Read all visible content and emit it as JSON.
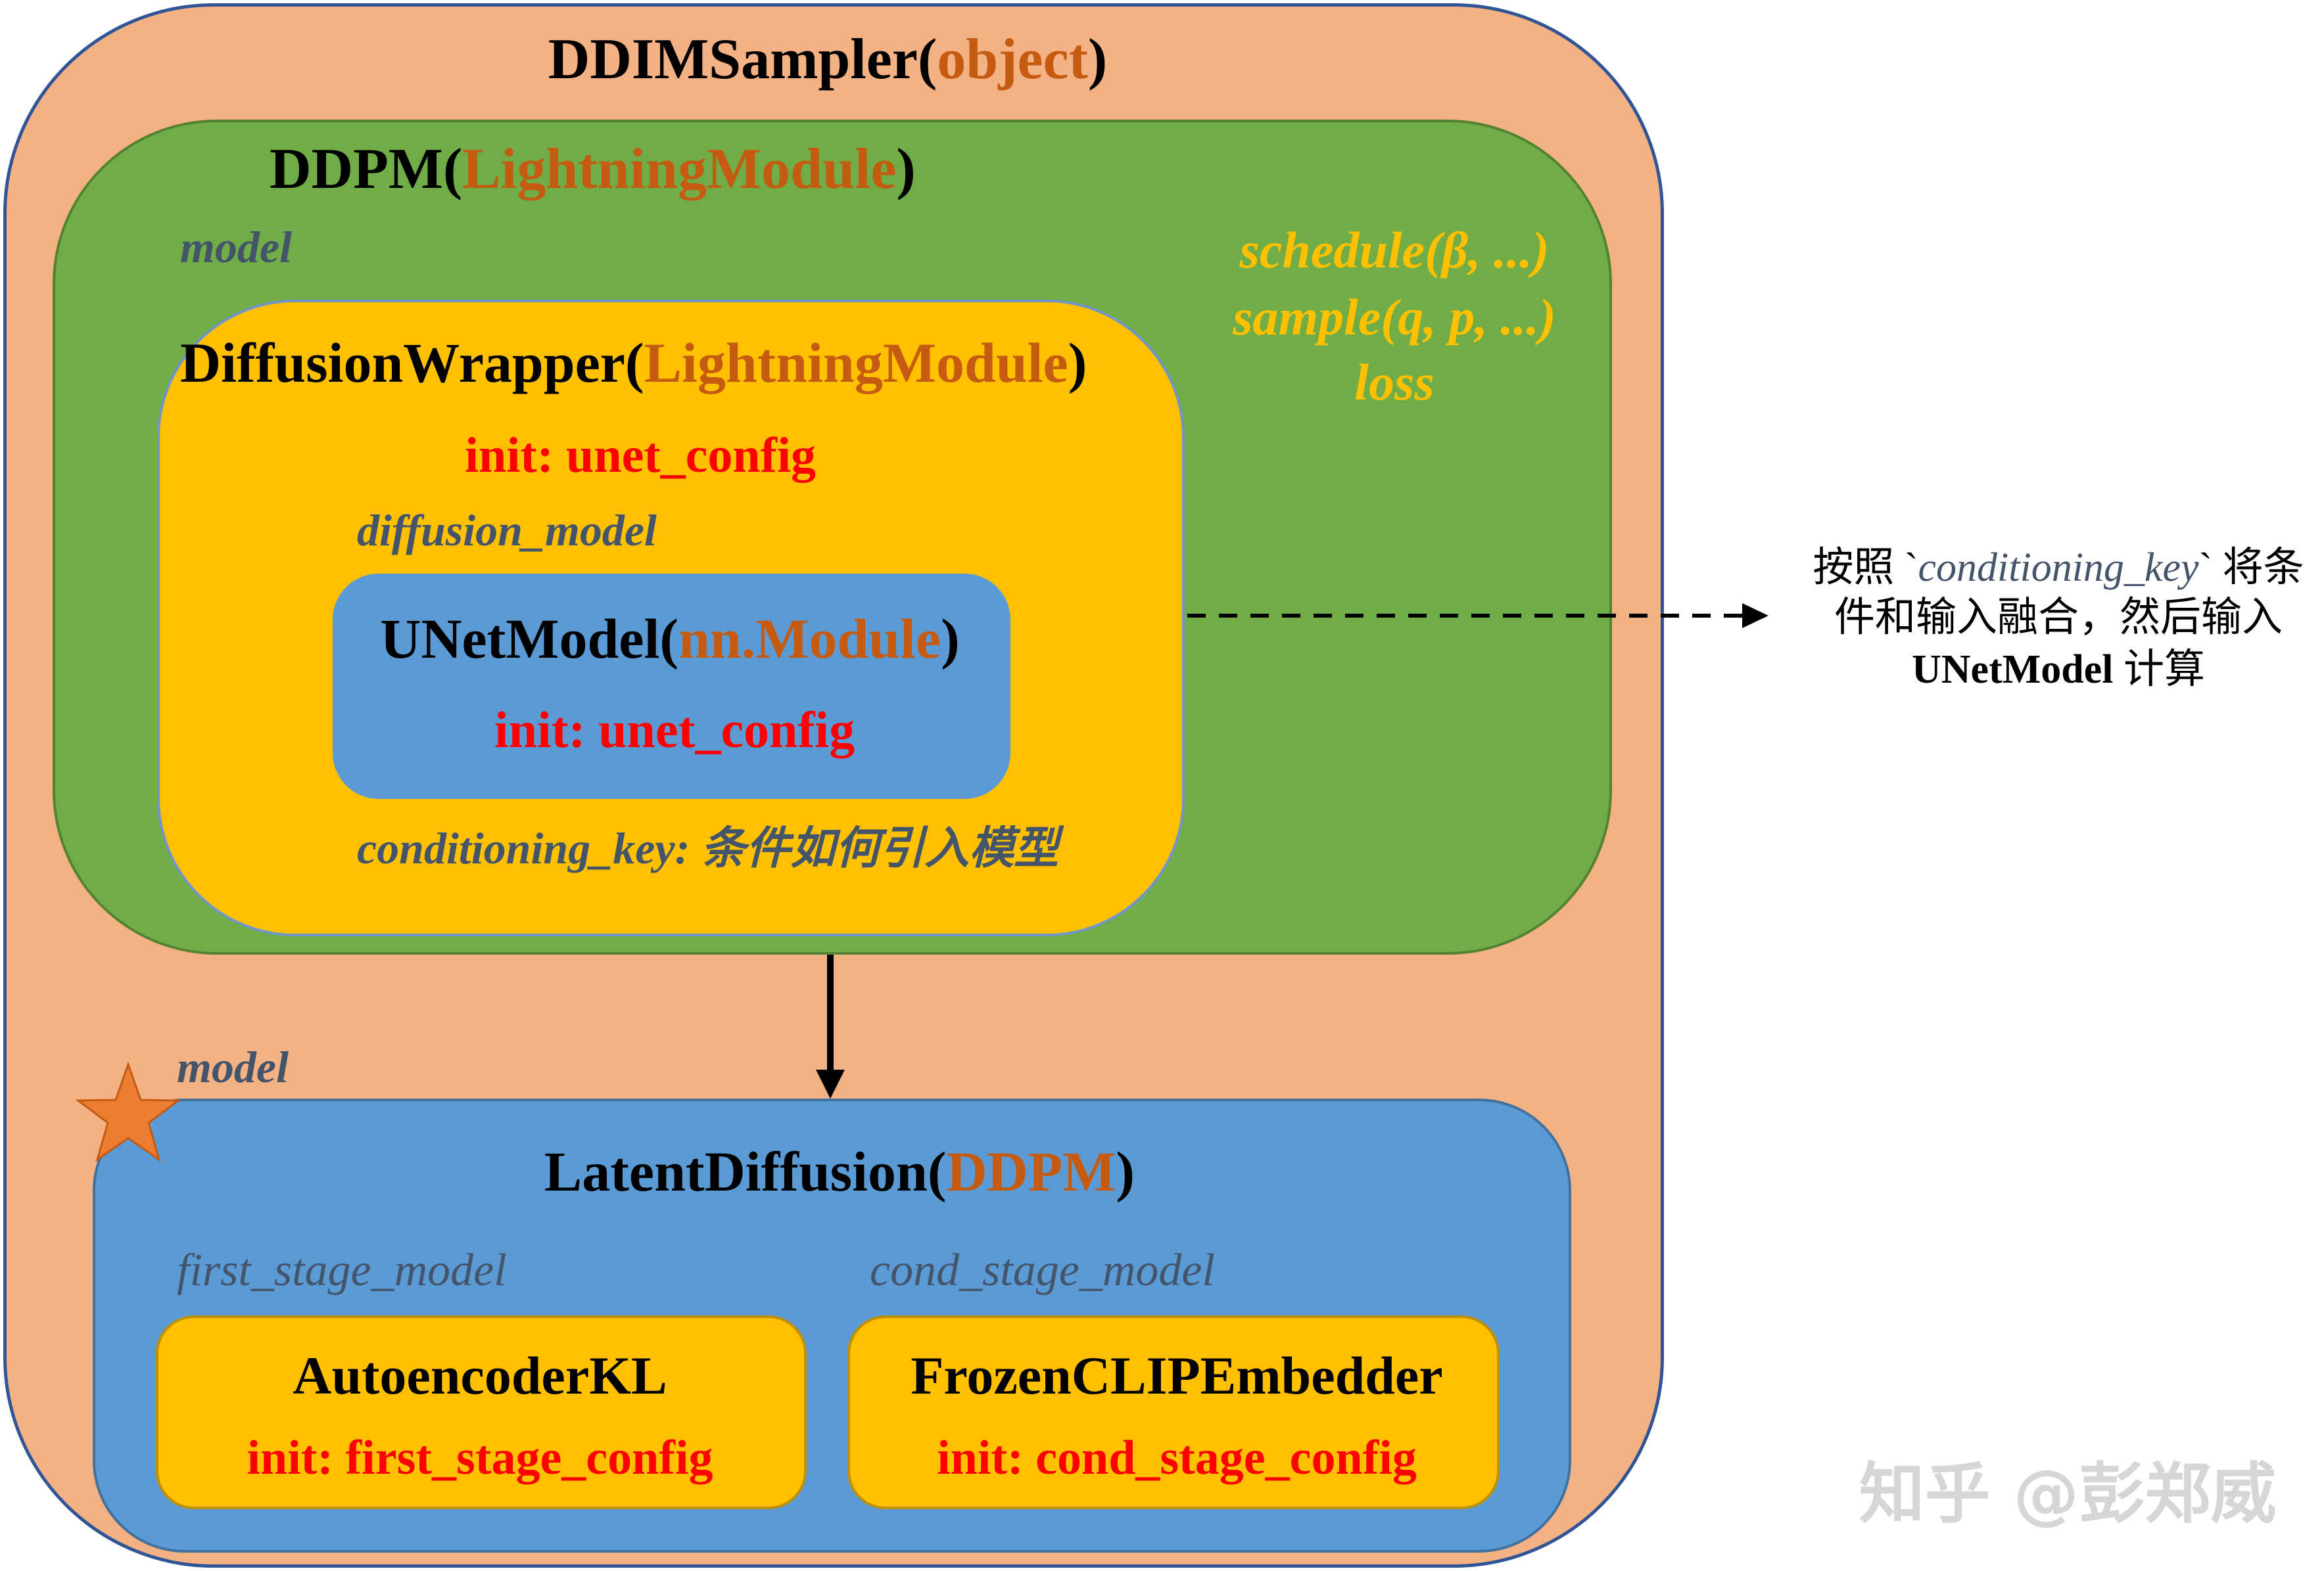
{
  "colors": {
    "sampler_fill": "#F4B183",
    "ddpm_fill": "#70AD47",
    "wrapper_fill": "#FFC000",
    "module_blue": "#5B9BD5",
    "parent_class": "#C55A11",
    "init_text": "#FF0000",
    "attr_text": "#44546A",
    "method_text": "#FFC000",
    "star": "#ED7D31"
  },
  "sampler": {
    "name": "DDIMSampler",
    "parent": "object"
  },
  "ddpm": {
    "name": "DDPM",
    "parent": "LightningModule",
    "attr": "model",
    "methods": [
      "schedule(β, ...)",
      "sample(q, p, ...)",
      "loss"
    ]
  },
  "wrapper": {
    "name": "DiffusionWrapper",
    "parent": "LightningModule",
    "init": "init: unet_config",
    "attr": "diffusion_model",
    "conditioning": "conditioning_key: 条件如何引入模型"
  },
  "unet": {
    "name": "UNetModel",
    "parent": "nn.Module",
    "init": "init: unet_config"
  },
  "latent": {
    "attr": "model",
    "name": "LatentDiffusion",
    "parent": "DDPM",
    "first_attr": "first_stage_model",
    "cond_attr": "cond_stage_model"
  },
  "autoencoder": {
    "name": "AutoencoderKL",
    "init": "init: first_stage_config"
  },
  "clip": {
    "name": "FrozenCLIPEmbedder",
    "init": "init: cond_stage_config"
  },
  "note": {
    "line1_pre": "按照 `",
    "line1_key": "conditioning_key",
    "line1_post": "` 将条",
    "line2": "件和输入融合，然后输入",
    "line3_bold": "UNetModel",
    "line3_post": " 计算"
  },
  "watermark": "知乎 @彭郑威",
  "icons": {
    "star": "star-icon"
  }
}
